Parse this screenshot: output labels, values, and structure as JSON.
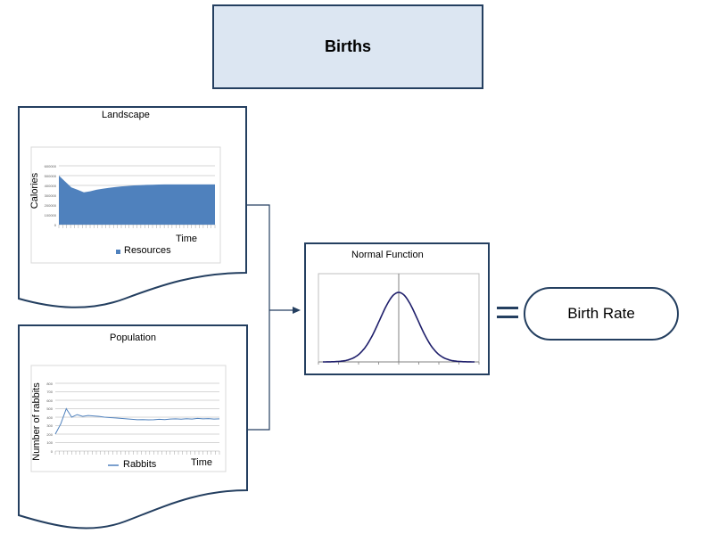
{
  "title": "Births",
  "landscape": {
    "label": "Landscape",
    "chart_data": {
      "type": "area",
      "ylabel": "Calories",
      "xlabel": "Time",
      "ylim": [
        0,
        600000
      ],
      "y_ticks": [
        "0",
        "100000",
        "200000",
        "300000",
        "400000",
        "500000",
        "600000"
      ],
      "legend": "Resources",
      "legend_position": "bottom",
      "grid": true,
      "series": [
        {
          "name": "Resources",
          "x": [
            0,
            2,
            4,
            6,
            8,
            10,
            12,
            14,
            16,
            18,
            20,
            22,
            24,
            26,
            28,
            30,
            32,
            34,
            36,
            38,
            40,
            42,
            44,
            46,
            48,
            50
          ],
          "values": [
            500000,
            440000,
            380000,
            355000,
            330000,
            340000,
            355000,
            365000,
            375000,
            383000,
            390000,
            395000,
            400000,
            402000,
            405000,
            407000,
            409000,
            410000,
            410000,
            410000,
            410000,
            410000,
            410000,
            410000,
            410000,
            410000
          ]
        }
      ],
      "color": "#4f81bd"
    }
  },
  "population": {
    "label": "Population",
    "chart_data": {
      "type": "line",
      "ylabel": "Number of rabbits",
      "xlabel": "Time",
      "ylim": [
        0,
        800
      ],
      "y_ticks": [
        "0",
        "100",
        "200",
        "300",
        "400",
        "500",
        "600",
        "700",
        "800"
      ],
      "legend": "Rabbits",
      "legend_position": "bottom",
      "grid": true,
      "series": [
        {
          "name": "Rabbits",
          "x": [
            0,
            2,
            4,
            6,
            8,
            10,
            12,
            14,
            16,
            18,
            20,
            22,
            24,
            26,
            28,
            30,
            32,
            34,
            36,
            38,
            40,
            42,
            44,
            46,
            48,
            50,
            52,
            54,
            56,
            58,
            60
          ],
          "values": [
            200,
            320,
            500,
            400,
            430,
            410,
            420,
            415,
            410,
            400,
            395,
            390,
            385,
            380,
            375,
            370,
            372,
            368,
            370,
            375,
            372,
            378,
            380,
            376,
            382,
            378,
            385,
            380,
            383,
            378,
            380
          ]
        }
      ],
      "color": "#4f81bd"
    }
  },
  "normal_function": {
    "label": "Normal Function",
    "chart_data": {
      "type": "line",
      "title": "Normal Function",
      "series": [
        {
          "x": [
            -4,
            -3.5,
            -3,
            -2.5,
            -2,
            -1.5,
            -1,
            -0.5,
            0,
            0.5,
            1,
            1.5,
            2,
            2.5,
            3,
            3.5,
            4
          ],
          "values": [
            0.0001,
            0.0009,
            0.0044,
            0.0175,
            0.054,
            0.1295,
            0.242,
            0.352,
            0.399,
            0.352,
            0.242,
            0.1295,
            0.054,
            0.0175,
            0.0044,
            0.0009,
            0.0001
          ]
        }
      ],
      "color": "#1f1f6b"
    }
  },
  "result": {
    "equals": "=",
    "label": "Birth Rate"
  },
  "colors": {
    "title_fill": "#dce6f2",
    "border": "#243f60",
    "series": "#4f81bd"
  }
}
